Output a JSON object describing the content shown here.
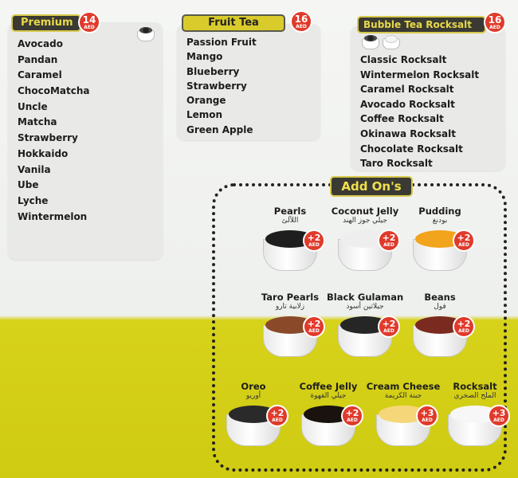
{
  "premium": {
    "title": "Premium",
    "price": "14",
    "currency": "AED",
    "items": [
      "Avocado",
      "Pandan",
      "Caramel",
      "ChocoMatcha",
      "Uncle",
      "Matcha",
      "Strawberry",
      "Hokkaido",
      "Vanila",
      "Ube",
      "Lyche",
      "Wintermelon"
    ]
  },
  "fruit_tea": {
    "title": "Fruit Tea",
    "price": "16",
    "currency": "AED",
    "items": [
      "Passion Fruit",
      "Mango",
      "Blueberry",
      "Strawberry",
      "Orange",
      "Lemon",
      "Green Apple"
    ]
  },
  "rocksalt": {
    "title": "Bubble Tea Rocksalt",
    "price": "16",
    "currency": "AED",
    "items": [
      "Classic Rocksalt",
      "Wintermelon Rocksalt",
      "Caramel Rocksalt",
      "Avocado Rocksalt",
      "Coffee Rocksalt",
      "Okinawa Rocksalt",
      "Chocolate Rocksalt",
      "Taro Rocksalt"
    ]
  },
  "addons": {
    "title": "Add On's",
    "items": [
      {
        "name": "Pearls",
        "arabic": "اللآلئ",
        "price": "+2",
        "currency": "AED",
        "fill": "#1e1e1e"
      },
      {
        "name": "Coconut Jelly",
        "arabic": "جيلي جوز الهند",
        "price": "+2",
        "currency": "AED",
        "fill": "#eeeeee"
      },
      {
        "name": "Pudding",
        "arabic": "بودنغ",
        "price": "+2",
        "currency": "AED",
        "fill": "#f2a41c"
      },
      {
        "name": "Taro Pearls",
        "arabic": "زلابية تارو",
        "price": "+2",
        "currency": "AED",
        "fill": "#8a4a2a"
      },
      {
        "name": "Black Gulaman",
        "arabic": "جيلاتين أسود",
        "price": "+2",
        "currency": "AED",
        "fill": "#262626"
      },
      {
        "name": "Beans",
        "arabic": "فول",
        "price": "+2",
        "currency": "AED",
        "fill": "#7a2a1e"
      },
      {
        "name": "Oreo",
        "arabic": "أوريو",
        "price": "+2",
        "currency": "AED",
        "fill": "#2a2a2a"
      },
      {
        "name": "Coffee Jelly",
        "arabic": "جيلي القهوة",
        "price": "+2",
        "currency": "AED",
        "fill": "#1a120e"
      },
      {
        "name": "Cream Cheese",
        "arabic": "جبنة الكريمة",
        "price": "+3",
        "currency": "AED",
        "fill": "#f5d77a"
      },
      {
        "name": "Rocksalt",
        "arabic": "الملح الصخري",
        "price": "+3",
        "currency": "AED",
        "fill": "#f7f7f7"
      }
    ]
  },
  "colors": {
    "header_bg": "#3a3a33",
    "header_text": "#e8d94a",
    "price_badge": "#e03a2b",
    "yellow_band": "#d7d21a"
  }
}
